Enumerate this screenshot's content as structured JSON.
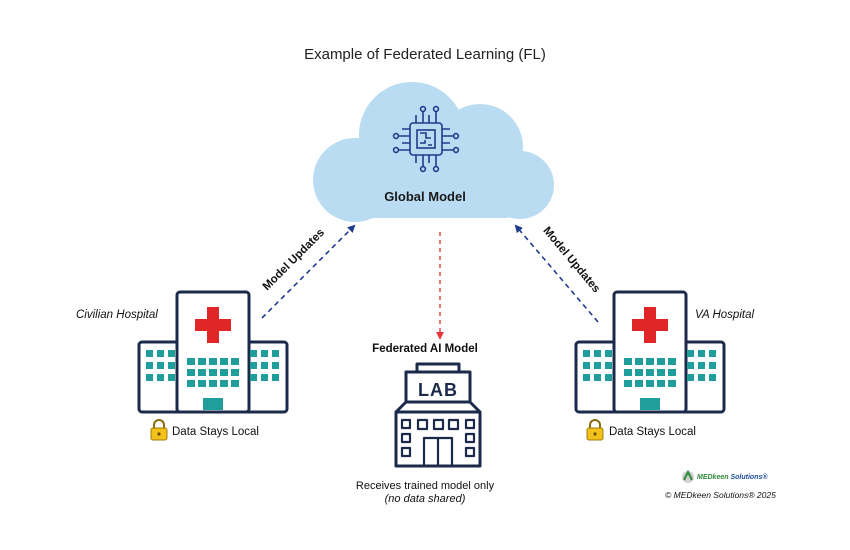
{
  "title": "Example of Federated Learning (FL)",
  "cloud": {
    "label": "Global Model",
    "icon": "ai-chip-icon"
  },
  "arrows": {
    "left_label": "Model Updates",
    "right_label": "Model Updates"
  },
  "left_hospital": {
    "name": "Civilian Hospital",
    "note": "Data Stays Local"
  },
  "right_hospital": {
    "name": "VA Hospital",
    "note": "Data Stays Local"
  },
  "lab": {
    "title": "Federated AI Model",
    "sign": "LAB",
    "caption": "Receives trained model only",
    "subcaption": "(no data shared)"
  },
  "footer": {
    "brand_green": "MEDkeen",
    "brand_blue": " Solutions",
    "brand_mark": "®",
    "copyright": "© MEDkeen Solutions® 2025"
  },
  "colors": {
    "cloud_fill": "#b9dcf2",
    "hospital_outline": "#1b2a4a",
    "window": "#1f9e9b",
    "red_cross": "#e02626",
    "arrow_blue": "#1f3c8c",
    "arrow_red": "#e53a3a"
  }
}
